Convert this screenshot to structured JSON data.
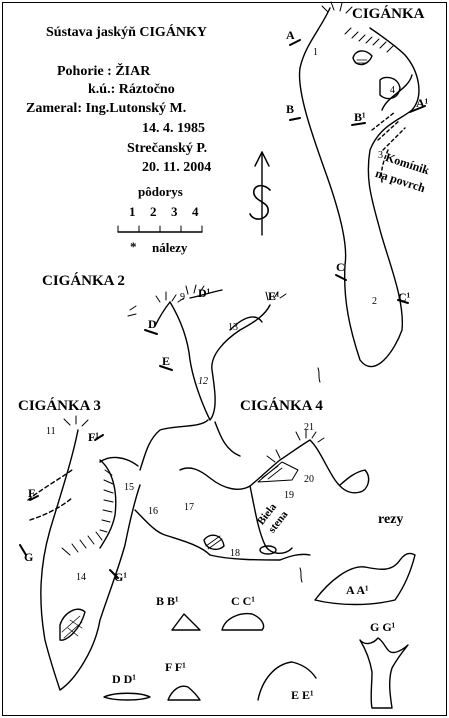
{
  "header": {
    "title": "Sústava jaskýň  CIGÁNKY",
    "pohorie": "Pohorie : ŽIAR",
    "ku": "k.ú.: Ráztočno",
    "zameral": "Zameral: Ing.Lutonský M.",
    "date1": "14. 4. 1985",
    "surveyor2": "Strečanský P.",
    "date2": "20. 11. 2004"
  },
  "legend": {
    "plan_label": "pôdorys",
    "scale_ticks": [
      "1",
      "2",
      "3",
      "4"
    ],
    "finds_marker": "*",
    "finds_label": "nálezy"
  },
  "caves": {
    "c1": "CIGÁNKA",
    "c2": "CIGÁNKA 2",
    "c3": "CIGÁNKA 3",
    "c4": "CIGÁNKA 4"
  },
  "notes": {
    "chimney": "Komínik na povrch",
    "chimney_line1": "Komínik",
    "chimney_line2": "na povrch",
    "white_wall_line1": "Biela",
    "white_wall_line2": "stena",
    "sections_title": "rezy"
  },
  "section_marks": {
    "A": "A",
    "A1": "A¹",
    "B": "B",
    "B1": "B¹",
    "C": "C",
    "C1": "C¹",
    "D": "D",
    "D1": "D¹",
    "E": "E",
    "E1": "E¹",
    "F": "F",
    "F1": "F¹",
    "G": "G",
    "G1": "G¹"
  },
  "section_labels": {
    "AA": "A   A¹",
    "BB": "B  B¹",
    "CC": "C   C¹",
    "DD": "D   D¹",
    "FF": "F   F¹",
    "EE": "E  E¹",
    "GG": "G  G¹"
  },
  "station_numbers": [
    "1",
    "2",
    "3",
    "4",
    "9",
    "11",
    "12",
    "13",
    "14",
    "15",
    "16",
    "17",
    "18",
    "19",
    "20",
    "21"
  ],
  "colors": {
    "ink": "#000000",
    "paper": "#ffffff"
  }
}
